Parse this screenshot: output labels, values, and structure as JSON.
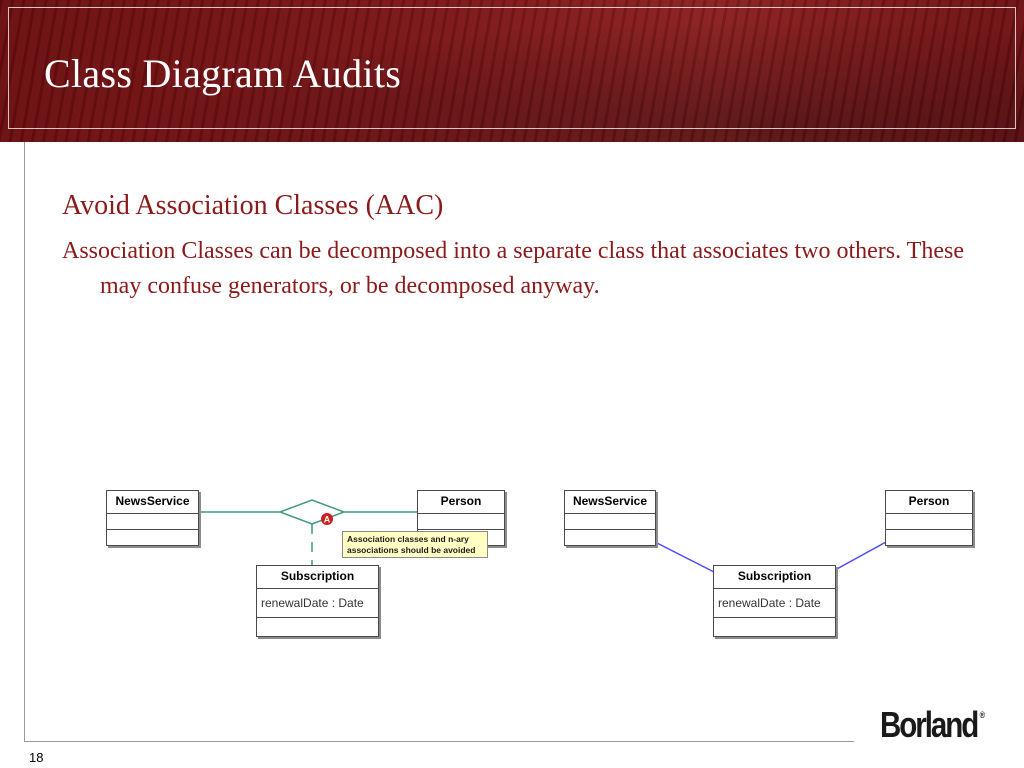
{
  "slide": {
    "title": "Class Diagram Audits",
    "subtitle": "Avoid Association Classes (AAC)",
    "body": "Association Classes can be decomposed into a separate class that associates two others.  These may confuse generators, or be decomposed anyway.",
    "page_number": "18",
    "logo_text": "Borland",
    "logo_mark": "®"
  },
  "diagram_left": {
    "class_a": "NewsService",
    "class_b": "Person",
    "assoc_class": "Subscription",
    "assoc_attribute": "renewalDate : Date",
    "audit_marker": "A",
    "note": [
      "Association classes and n-ary",
      "associations should be avoided"
    ]
  },
  "diagram_right": {
    "class_a": "NewsService",
    "class_b": "Person",
    "middle_class": "Subscription",
    "middle_attribute": "renewalDate : Date"
  },
  "colors": {
    "header_bg": "#7a1416",
    "title_text": "#ffffff",
    "body_text": "#8b1a1a",
    "association_line_left": "#3d9a82",
    "association_line_right": "#4a4aff",
    "audit_marker": "#cc1e1e",
    "note_bg": "#ffffc4"
  }
}
